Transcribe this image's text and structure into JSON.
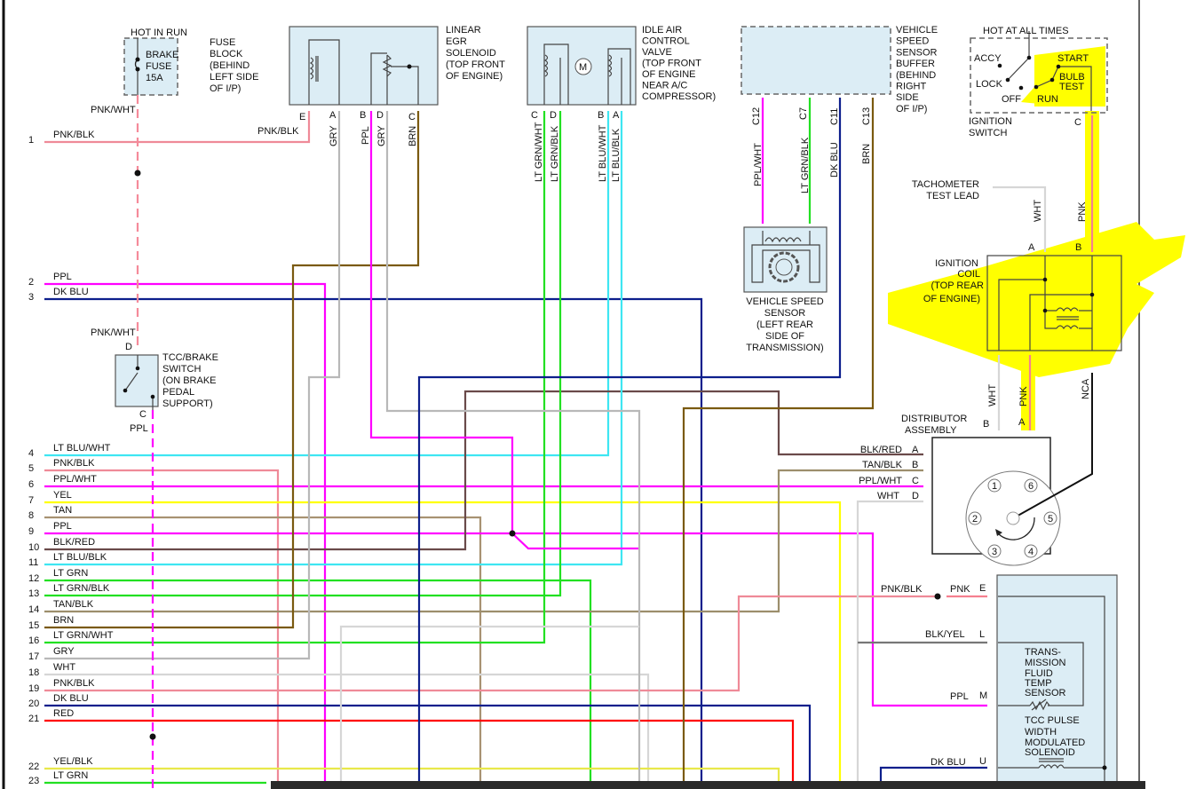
{
  "colors": {
    "PNK": "#f5808f",
    "PNK/BLK": "#ef8a98",
    "PNK/WHT": "#f58a9a",
    "PPL": "#ff00ff",
    "PPL/WHT": "#ff00ff",
    "DK BLU": "#0d1f8c",
    "LT BLU/WHT": "#3ee6f2",
    "LT BLU/BLK": "#3ee6f2",
    "YEL": "#ffff00",
    "TAN": "#a89272",
    "BLK/RED": "#6a4a4a",
    "LT GRN": "#22e022",
    "LT GRN/BLK": "#22e022",
    "LT GRN/WHT": "#22e022",
    "TAN/BLK": "#9c8e6c",
    "BRN": "#7a5a10",
    "GRY": "#b8b8b8",
    "WHT": "#d6d6d6",
    "RED": "#ff0000",
    "YEL/BLK": "#e8e84a",
    "BLK/YEL": "#777",
    "NCA": "#111",
    "highlight": "#ffff00"
  },
  "rows": [
    {
      "n": "1",
      "label": "PNK/BLK"
    },
    {
      "n": "2",
      "label": "PPL"
    },
    {
      "n": "3",
      "label": "DK BLU"
    },
    {
      "n": "4",
      "label": "LT BLU/WHT"
    },
    {
      "n": "5",
      "label": "PNK/BLK"
    },
    {
      "n": "6",
      "label": "PPL/WHT"
    },
    {
      "n": "7",
      "label": "YEL"
    },
    {
      "n": "8",
      "label": "TAN"
    },
    {
      "n": "9",
      "label": "PPL"
    },
    {
      "n": "10",
      "label": "BLK/RED"
    },
    {
      "n": "11",
      "label": "LT BLU/BLK"
    },
    {
      "n": "12",
      "label": "LT GRN"
    },
    {
      "n": "13",
      "label": "LT GRN/BLK"
    },
    {
      "n": "14",
      "label": "TAN/BLK"
    },
    {
      "n": "15",
      "label": "BRN"
    },
    {
      "n": "16",
      "label": "LT GRN/WHT"
    },
    {
      "n": "17",
      "label": "GRY"
    },
    {
      "n": "18",
      "label": "WHT"
    },
    {
      "n": "19",
      "label": "PNK/BLK"
    },
    {
      "n": "20",
      "label": "DK BLU"
    },
    {
      "n": "21",
      "label": "RED"
    },
    {
      "n": "22",
      "label": "YEL/BLK"
    },
    {
      "n": "23",
      "label": "LT GRN"
    }
  ],
  "fuse": {
    "hot": "HOT IN RUN",
    "l1": "BRAKE",
    "l2": "FUSE",
    "l3": "15A",
    "block": [
      "FUSE",
      "BLOCK",
      "(BEHIND",
      "LEFT SIDE",
      "OF I/P)"
    ],
    "wire_top": "PNK/WHT",
    "wire_egr": "PNK/BLK"
  },
  "tcc": {
    "wire_in": "PNK/WHT",
    "pin_d": "D",
    "pin_c": "C",
    "wire_out": "PPL",
    "name": [
      "TCC/BRAKE",
      "SWITCH",
      "(ON BRAKE",
      "PEDAL",
      "SUPPORT)"
    ]
  },
  "egr": {
    "name": [
      "LINEAR",
      "EGR",
      "SOLENOID",
      "(TOP FRONT",
      "OF ENGINE)"
    ],
    "pins": [
      "E",
      "A",
      "B",
      "D",
      "C"
    ],
    "wires": [
      "GRY",
      "PPL",
      "GRY",
      "BRN"
    ]
  },
  "iac": {
    "name": [
      "IDLE AIR",
      "CONTROL",
      "VALVE",
      "(TOP FRONT",
      "OF ENGINE",
      "NEAR A/C",
      "COMPRESSOR)"
    ],
    "pins": [
      "C",
      "D",
      "B",
      "A"
    ],
    "wires": [
      "LT GRN/WHT",
      "LT GRN/BLK",
      "LT BLU/WHT",
      "LT BLU/BLK"
    ],
    "motor": "M"
  },
  "vssb": {
    "name": [
      "VEHICLE",
      "SPEED",
      "SENSOR",
      "BUFFER",
      "(BEHIND",
      "RIGHT",
      "SIDE",
      "OF I/P)"
    ],
    "pins": [
      "C12",
      "C7",
      "C11",
      "C13"
    ],
    "wires": [
      "PPL/WHT",
      "LT GRN/BLK",
      "DK BLU",
      "BRN"
    ]
  },
  "vss": {
    "name": [
      "VEHICLE SPEED",
      "SENSOR",
      "(LEFT REAR",
      "SIDE OF",
      "TRANSMISSION)"
    ]
  },
  "ign": {
    "hot": "HOT AT ALL TIMES",
    "accy": "ACCY",
    "lock": "LOCK",
    "off": "OFF",
    "run": "RUN",
    "start": "START",
    "bulb": "BULB",
    "test": "TEST",
    "name": [
      "IGNITION",
      "SWITCH"
    ],
    "pin": "C",
    "wire": "PNK"
  },
  "tach": {
    "name": [
      "TACHOMETER",
      "TEST LEAD"
    ],
    "wire": "WHT"
  },
  "coil": {
    "name": [
      "IGNITION",
      "COIL",
      "(TOP REAR",
      "OF ENGINE)"
    ],
    "pin_a": "A",
    "pin_b": "B",
    "w1": "WHT",
    "w2": "PNK",
    "w3": "NCA"
  },
  "dist": {
    "name": [
      "DISTRIBUTOR",
      "ASSEMBLY"
    ],
    "pin_b": "B",
    "pin_a": "A",
    "pins": [
      {
        "w": "BLK/RED",
        "p": "A"
      },
      {
        "w": "TAN/BLK",
        "p": "B"
      },
      {
        "w": "PPL/WHT",
        "p": "C"
      },
      {
        "w": "WHT",
        "p": "D"
      }
    ],
    "cyl": [
      "1",
      "6",
      "2",
      "5",
      "3",
      "4"
    ]
  },
  "trans": {
    "pins": [
      {
        "w": "PNK/BLK",
        "w2": "PNK",
        "p": "E"
      },
      {
        "w": "BLK/YEL",
        "p": "L"
      },
      {
        "w": "PPL",
        "p": "M"
      },
      {
        "w": "DK BLU",
        "p": "U"
      }
    ],
    "tft": [
      "TRANS-",
      "MISSION",
      "FLUID",
      "TEMP",
      "SENSOR"
    ],
    "tcc": [
      "TCC PULSE",
      "WIDTH",
      "MODULATED",
      "SOLENOID"
    ]
  }
}
